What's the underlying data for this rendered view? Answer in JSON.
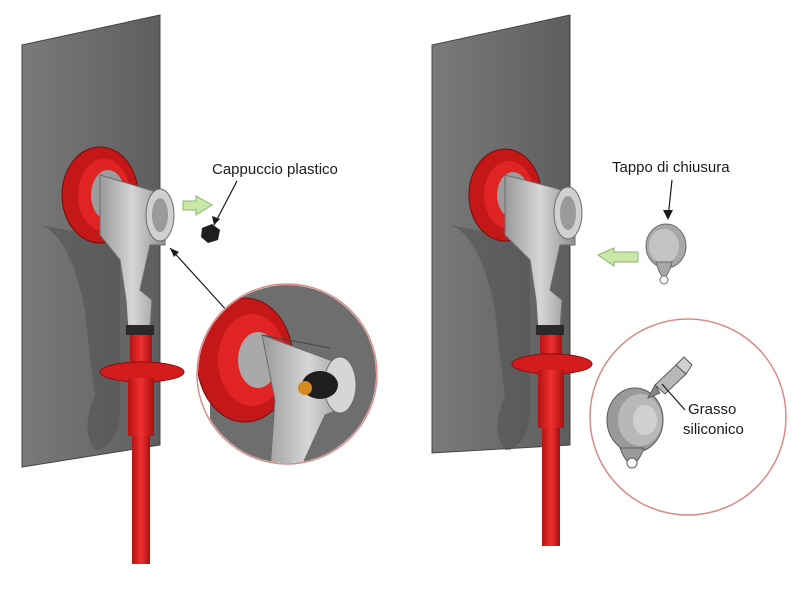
{
  "labels": {
    "left_callout": "Cappuccio plastico",
    "right_callout": "Tappo di chiusura",
    "grease_line1": "Grasso",
    "grease_line2": "siliconico"
  },
  "colors": {
    "panel": "#6e6e6e",
    "panel_shadow": "#4d4d4d",
    "fitting_red": "#e01b1b",
    "pipe_gray": "#b9b9b9",
    "arrow_green": "#c9e8a8",
    "detail_circle": "#d98a8a"
  },
  "icons": {
    "arrow": "direction-arrow-icon",
    "cap": "plastic-cap-icon",
    "plug": "closure-plug-icon",
    "grease": "grease-tube-icon"
  }
}
